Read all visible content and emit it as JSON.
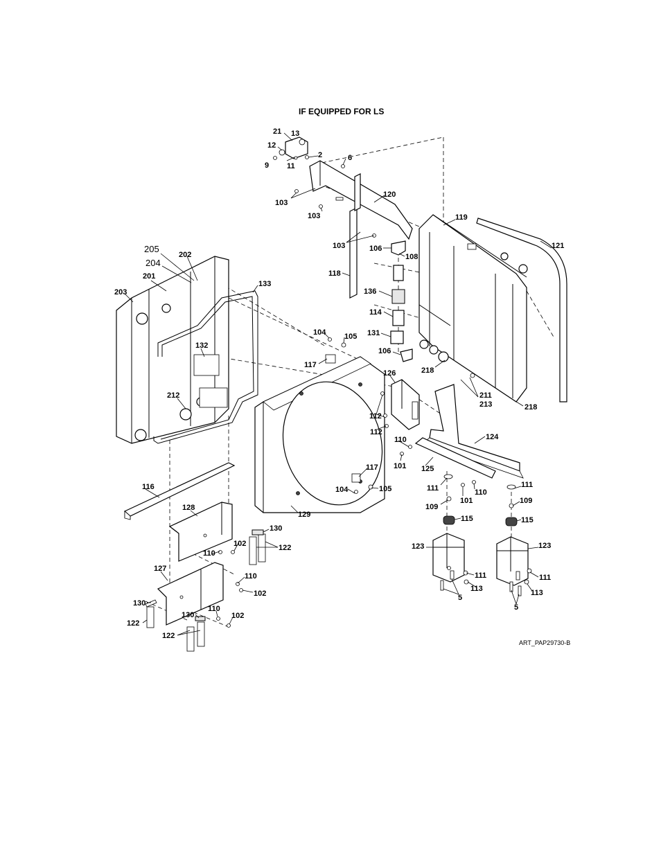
{
  "diagram": {
    "title": "IF EQUIPPED FOR LS",
    "art_id": "ART_PAP29730-B",
    "callouts": [
      {
        "id": "c21",
        "text": "21"
      },
      {
        "id": "c13",
        "text": "13"
      },
      {
        "id": "c12",
        "text": "12"
      },
      {
        "id": "c2",
        "text": "2"
      },
      {
        "id": "c9",
        "text": "9"
      },
      {
        "id": "c11",
        "text": "11"
      },
      {
        "id": "c6",
        "text": "6"
      },
      {
        "id": "c120",
        "text": "120"
      },
      {
        "id": "c103a",
        "text": "103"
      },
      {
        "id": "c103b",
        "text": "103"
      },
      {
        "id": "c119",
        "text": "119"
      },
      {
        "id": "c121",
        "text": "121"
      },
      {
        "id": "c103c",
        "text": "103"
      },
      {
        "id": "c106a",
        "text": "106"
      },
      {
        "id": "c108",
        "text": "108"
      },
      {
        "id": "c205",
        "text": "205"
      },
      {
        "id": "c202",
        "text": "202"
      },
      {
        "id": "c204",
        "text": "204"
      },
      {
        "id": "c201",
        "text": "201"
      },
      {
        "id": "c118",
        "text": "118"
      },
      {
        "id": "c133",
        "text": "133"
      },
      {
        "id": "c203",
        "text": "203"
      },
      {
        "id": "c136",
        "text": "136"
      },
      {
        "id": "c114",
        "text": "114"
      },
      {
        "id": "c131",
        "text": "131"
      },
      {
        "id": "c104a",
        "text": "104"
      },
      {
        "id": "c105a",
        "text": "105"
      },
      {
        "id": "c132",
        "text": "132"
      },
      {
        "id": "c106b",
        "text": "106"
      },
      {
        "id": "c117a",
        "text": "117"
      },
      {
        "id": "c218a",
        "text": "218"
      },
      {
        "id": "c126",
        "text": "126"
      },
      {
        "id": "c212",
        "text": "212"
      },
      {
        "id": "c211",
        "text": "211"
      },
      {
        "id": "c213",
        "text": "213"
      },
      {
        "id": "c218b",
        "text": "218"
      },
      {
        "id": "c112a",
        "text": "112"
      },
      {
        "id": "c112b",
        "text": "112"
      },
      {
        "id": "c124",
        "text": "124"
      },
      {
        "id": "c110a",
        "text": "110"
      },
      {
        "id": "c101a",
        "text": "101"
      },
      {
        "id": "c125",
        "text": "125"
      },
      {
        "id": "c117b",
        "text": "117"
      },
      {
        "id": "c116",
        "text": "116"
      },
      {
        "id": "c111a",
        "text": "111"
      },
      {
        "id": "c111b",
        "text": "111"
      },
      {
        "id": "c104b",
        "text": "104"
      },
      {
        "id": "c105b",
        "text": "105"
      },
      {
        "id": "c101b",
        "text": "101"
      },
      {
        "id": "c110b",
        "text": "110"
      },
      {
        "id": "c109a",
        "text": "109"
      },
      {
        "id": "c109b",
        "text": "109"
      },
      {
        "id": "c128",
        "text": "128"
      },
      {
        "id": "c129",
        "text": "129"
      },
      {
        "id": "c115a",
        "text": "115"
      },
      {
        "id": "c115b",
        "text": "115"
      },
      {
        "id": "c130a",
        "text": "130"
      },
      {
        "id": "c102a",
        "text": "102"
      },
      {
        "id": "c122a",
        "text": "122"
      },
      {
        "id": "c110c",
        "text": "110"
      },
      {
        "id": "c123a",
        "text": "123"
      },
      {
        "id": "c123b",
        "text": "123"
      },
      {
        "id": "c127",
        "text": "127"
      },
      {
        "id": "c110d",
        "text": "110"
      },
      {
        "id": "c111c",
        "text": "111"
      },
      {
        "id": "c111d",
        "text": "111"
      },
      {
        "id": "c102b",
        "text": "102"
      },
      {
        "id": "c113a",
        "text": "113"
      },
      {
        "id": "c113b",
        "text": "113"
      },
      {
        "id": "c5a",
        "text": "5"
      },
      {
        "id": "c5b",
        "text": "5"
      },
      {
        "id": "c130b",
        "text": "130"
      },
      {
        "id": "c110e",
        "text": "110"
      },
      {
        "id": "c130c",
        "text": "130"
      },
      {
        "id": "c102c",
        "text": "102"
      },
      {
        "id": "c122b",
        "text": "122"
      },
      {
        "id": "c122c",
        "text": "122"
      }
    ]
  }
}
